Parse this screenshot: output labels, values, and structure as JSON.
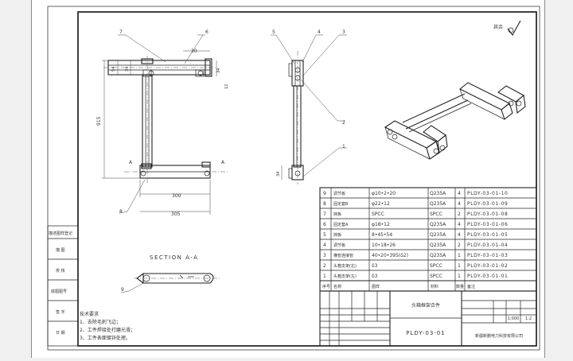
{
  "surface_symbol": "其余",
  "balloons": [
    "7",
    "6",
    "5",
    "4",
    "3",
    "2",
    "1",
    "8",
    "9"
  ],
  "section_label": "SECTION A-A",
  "section_marks": [
    "A",
    "A"
  ],
  "dimensions": {
    "d_30": "30",
    "d_915": "915",
    "d_300": "300",
    "d_305": "305",
    "d_left_top": "54",
    "d_right_top": "12",
    "d_right_mid": "34",
    "d_side": "34"
  },
  "side_stamps": [
    "描述图样登记",
    "描 图",
    "校 核",
    "底图图号",
    "签 字",
    "日 期"
  ],
  "bom": {
    "rows": [
      {
        "no": "9",
        "name": "调节板",
        "spec": "φ10•2•20",
        "material": "Q235A",
        "qty": "4",
        "code": "PLDY-03-01-10"
      },
      {
        "no": "8",
        "name": "固定套B",
        "spec": "φ22•12",
        "material": "Q235A",
        "qty": "4",
        "code": "PLDY-03-01-09"
      },
      {
        "no": "7",
        "name": "挡板",
        "spec": "SPCC",
        "material": "SPCC",
        "qty": "2",
        "code": "PLDY-03-01-08"
      },
      {
        "no": "6",
        "name": "固定套A",
        "spec": "φ18•12",
        "material": "Q235A",
        "qty": "4",
        "code": "PLDY-03-01-06"
      },
      {
        "no": "5",
        "name": "挡板",
        "spec": "8•45•54",
        "material": "Q235A",
        "qty": "4",
        "code": "PLDY-03-01-05"
      },
      {
        "no": "4",
        "name": "调节板",
        "spec": "10•18•26",
        "material": "Q235A",
        "qty": "2",
        "code": "PLDY-03-01-04"
      },
      {
        "no": "3",
        "name": "横管连接管",
        "spec": "40•20•395(δ2)",
        "material": "Q235A",
        "qty": "1",
        "code": "PLDY-03-01-03"
      },
      {
        "no": "2",
        "name": "头箱支架(右)",
        "spec": "δ3",
        "material": "SPCC",
        "qty": "1",
        "code": "PLDY-03-01-02"
      },
      {
        "no": "1",
        "name": "头箱支架(左)",
        "spec": "δ3",
        "material": "SPCC",
        "qty": "1",
        "code": "PLDY-03-01-01"
      }
    ],
    "header": {
      "no": "序号",
      "name": "名称",
      "spec": "图样",
      "material": "材料",
      "qty": "数量",
      "code": "备注"
    }
  },
  "title_block": {
    "part_name": "头箱框架合件",
    "drawing_no": "PLDY-03-01",
    "company": "新疆新鹏电力科技有限公司",
    "scale": "1:2",
    "sheet": "1:000"
  },
  "tech_notes": {
    "title": "技术要求",
    "lines": [
      "1、去除毛刺飞边；",
      "2、工件焊接处打磨光滑；",
      "3、工件表面镀锌处理。"
    ]
  }
}
